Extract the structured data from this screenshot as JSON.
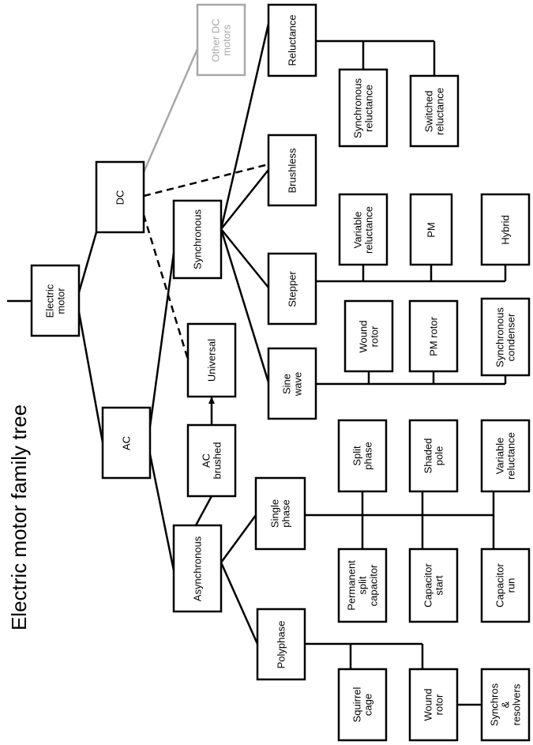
{
  "title": "Electric motor family tree",
  "colors": {
    "line": "#000000",
    "muted": "#a8a8a8",
    "background": "#ffffff"
  },
  "nodes": {
    "electric_motor": [
      "Electric",
      "motor"
    ],
    "dc": [
      "DC"
    ],
    "ac": [
      "AC"
    ],
    "other_dc": [
      "Other DC",
      "motors"
    ],
    "synchronous": [
      "Synchronous"
    ],
    "asynchronous": [
      "Asynchronous"
    ],
    "universal": [
      "Universal"
    ],
    "ac_brushed": [
      "AC",
      "brushed"
    ],
    "reluctance": [
      "Reluctance"
    ],
    "brushless": [
      "Brushless"
    ],
    "stepper": [
      "Stepper"
    ],
    "sine_wave": [
      "Sine",
      "wave"
    ],
    "single_phase": [
      "Single",
      "phase"
    ],
    "polyphase": [
      "Polyphase"
    ],
    "synchronous_reluctance": [
      "Synchronous",
      "reluctance"
    ],
    "switched_reluctance": [
      "Switched",
      "reluctance"
    ],
    "variable_reluctance_stepper": [
      "Variable",
      "reluctance"
    ],
    "pm": [
      "PM"
    ],
    "hybrid": [
      "Hybrid"
    ],
    "wound_rotor_sync": [
      "Wound",
      "rotor"
    ],
    "pm_rotor": [
      "PM rotor"
    ],
    "synchronous_condenser": [
      "Synchronous",
      "condenser"
    ],
    "split_phase": [
      "Split",
      "phase"
    ],
    "shaded_pole": [
      "Shaded",
      "pole"
    ],
    "variable_reluctance_single": [
      "Variable",
      "reluctance"
    ],
    "permanent_split_capacitor": [
      "Permanent",
      "split",
      "capacitor"
    ],
    "capacitor_start": [
      "Capacitor",
      "start"
    ],
    "capacitor_run": [
      "Capacitor",
      "run"
    ],
    "squirrel_cage": [
      "Squirrel",
      "cage"
    ],
    "wound_rotor_poly": [
      "Wound",
      "rotor"
    ],
    "synchros_resolvers": [
      "Synchros",
      "&",
      "resolvers"
    ]
  }
}
